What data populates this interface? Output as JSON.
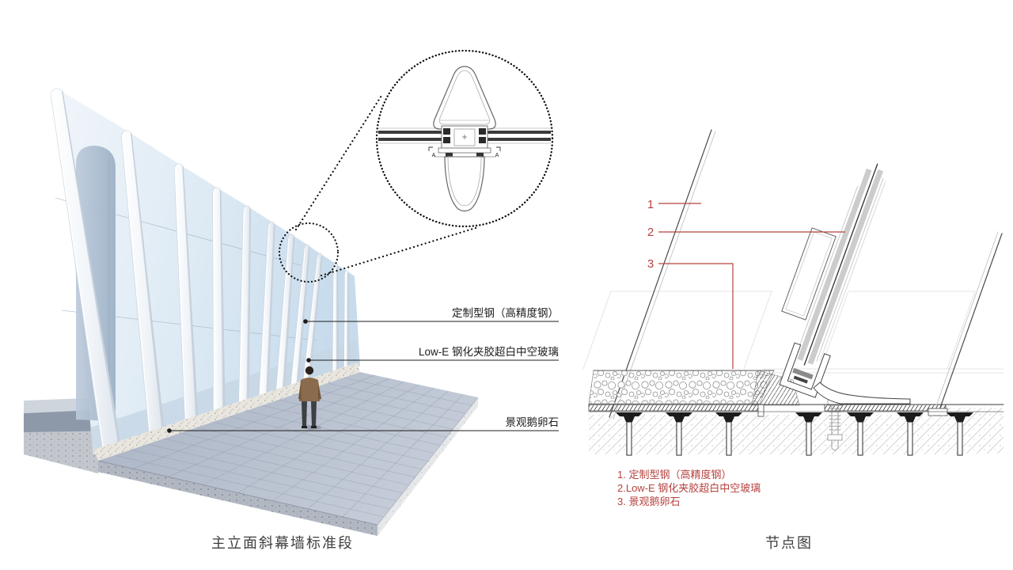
{
  "captions": {
    "left": "主立面斜幕墙标准段",
    "right": "节点图"
  },
  "left_annotations": [
    {
      "label": "定制型钢（高精度钢）"
    },
    {
      "label": "Low-E 钢化夹胶超白中空玻璃"
    },
    {
      "label": "景观鹅卵石"
    }
  ],
  "detail": {
    "marks": [
      "A",
      "A"
    ]
  },
  "right_callouts": [
    {
      "num": "1"
    },
    {
      "num": "2"
    },
    {
      "num": "3"
    }
  ],
  "legend": {
    "items": [
      "1. 定制型钢（高精度钢）",
      "2.Low-E 钢化夹胶超白中空玻璃",
      "3. 景观鹅卵石"
    ],
    "color": "#b5433f"
  },
  "colors": {
    "annotation_red": "#b5433f",
    "line_black": "#1c1c1c",
    "glass_blue": "#d8e7f3"
  }
}
